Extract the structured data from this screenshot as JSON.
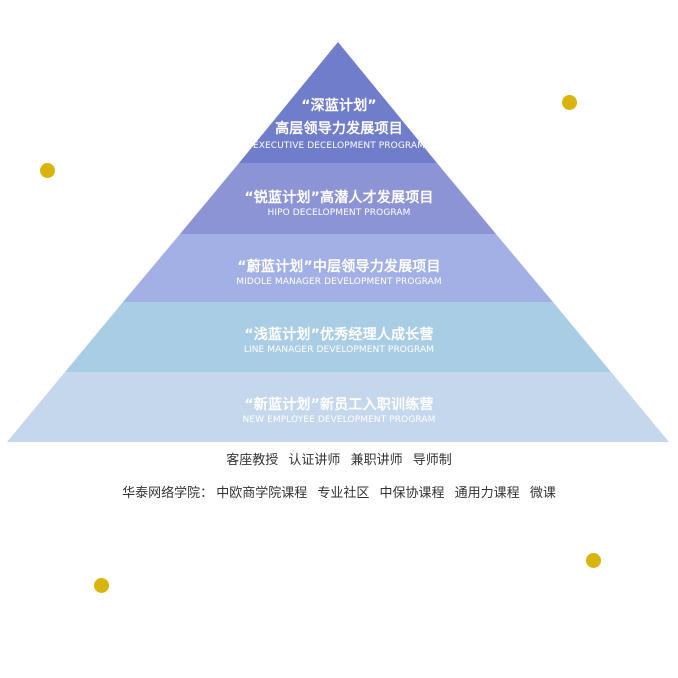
{
  "colors": {
    "tier1": "#6f7dcb",
    "tier2": "#8d94d6",
    "tier3": "#a3b0e6",
    "tier4": "#a9cde4",
    "tier5": "#c5d7ed",
    "dot": "#d9b40d"
  },
  "pyramid": {
    "tiers": [
      {
        "title_a": "“深蓝计划”",
        "title_b": "高层领导力发展项目",
        "subtitle": "EXECUTIVE DECELOPMENT PROGRAM"
      },
      {
        "title": "“锐蓝计划”高潜人才发展项目",
        "subtitle": "HIPO DECELOPMENT PROGRAM"
      },
      {
        "title": "“蔚蓝计划”中层领导力发展项目",
        "subtitle": "MIDOLE MANAGER DEVELOPMENT PROGRAM"
      },
      {
        "title": "“浅蓝计划”优秀经理人成长营",
        "subtitle": "LINE MANAGER DEVELOPMENT PROGRAM"
      },
      {
        "title": "“新蓝计划”新员工入职训练营",
        "subtitle": "NEW EMPLOYEE DEVELOPMENT PROGRAM"
      }
    ]
  },
  "captions": {
    "line1": [
      "客座教授",
      "认证讲师",
      "兼职讲师",
      "导师制"
    ],
    "line2_label": "华泰网络学院：",
    "line2": [
      "中欧商学院课程",
      "专业社区",
      "中保协课程",
      "通用力课程",
      "微课"
    ]
  }
}
